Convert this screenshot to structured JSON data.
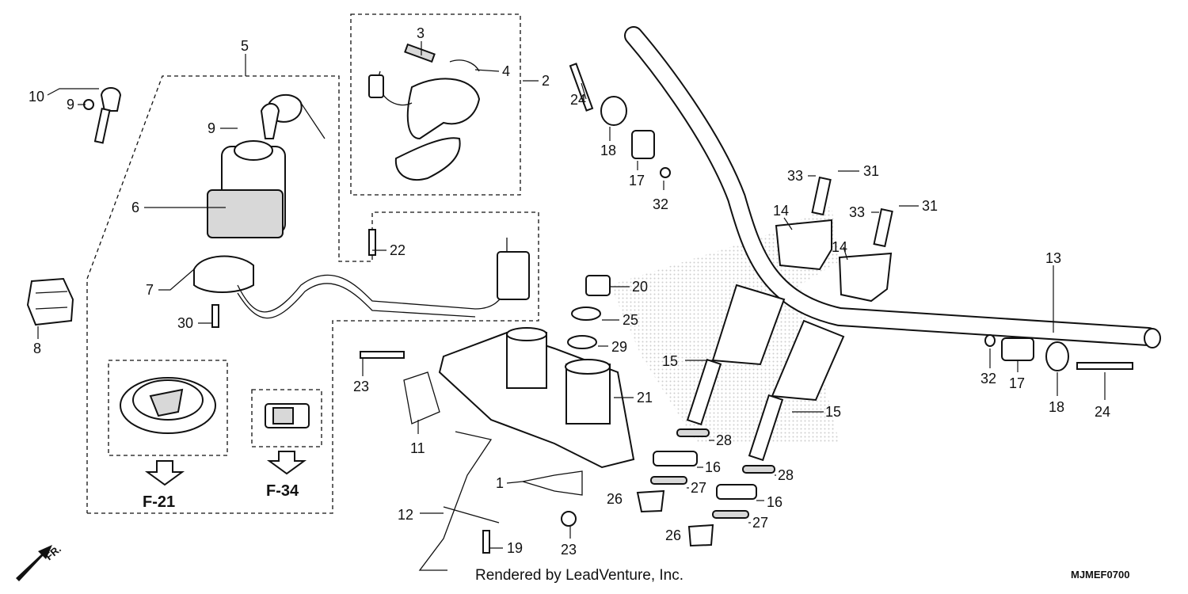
{
  "callouts": [
    {
      "id": "c3",
      "text": "3"
    },
    {
      "id": "c4",
      "text": "4"
    },
    {
      "id": "c2",
      "text": "2"
    },
    {
      "id": "c5",
      "text": "5"
    },
    {
      "id": "c10",
      "text": "10"
    },
    {
      "id": "c9a",
      "text": "9"
    },
    {
      "id": "c9b",
      "text": "9"
    },
    {
      "id": "c6",
      "text": "6"
    },
    {
      "id": "c7",
      "text": "7"
    },
    {
      "id": "c30",
      "text": "30"
    },
    {
      "id": "c8",
      "text": "8"
    },
    {
      "id": "c22",
      "text": "22"
    },
    {
      "id": "c24a",
      "text": "24"
    },
    {
      "id": "c18a",
      "text": "18"
    },
    {
      "id": "c17a",
      "text": "17"
    },
    {
      "id": "c32a",
      "text": "32"
    },
    {
      "id": "c33a",
      "text": "33"
    },
    {
      "id": "c31a",
      "text": "31"
    },
    {
      "id": "c33b",
      "text": "33"
    },
    {
      "id": "c31b",
      "text": "31"
    },
    {
      "id": "c14a",
      "text": "14"
    },
    {
      "id": "c14b",
      "text": "14"
    },
    {
      "id": "c13",
      "text": "13"
    },
    {
      "id": "c20",
      "text": "20"
    },
    {
      "id": "c25",
      "text": "25"
    },
    {
      "id": "c29",
      "text": "29"
    },
    {
      "id": "c21",
      "text": "21"
    },
    {
      "id": "c23a",
      "text": "23"
    },
    {
      "id": "c11",
      "text": "11"
    },
    {
      "id": "c15a",
      "text": "15"
    },
    {
      "id": "c15b",
      "text": "15"
    },
    {
      "id": "c28a",
      "text": "28"
    },
    {
      "id": "c28b",
      "text": "28"
    },
    {
      "id": "c16a",
      "text": "16"
    },
    {
      "id": "c16b",
      "text": "16"
    },
    {
      "id": "c27a",
      "text": "27"
    },
    {
      "id": "c27b",
      "text": "27"
    },
    {
      "id": "c26a",
      "text": "26"
    },
    {
      "id": "c26b",
      "text": "26"
    },
    {
      "id": "c1",
      "text": "1"
    },
    {
      "id": "c12",
      "text": "12"
    },
    {
      "id": "c19",
      "text": "19"
    },
    {
      "id": "c23b",
      "text": "23"
    },
    {
      "id": "c32b",
      "text": "32"
    },
    {
      "id": "c17b",
      "text": "17"
    },
    {
      "id": "c18b",
      "text": "18"
    },
    {
      "id": "c24b",
      "text": "24"
    }
  ],
  "refs": {
    "f21": "F-21",
    "f34": "F-34"
  },
  "direction_label": "FR.",
  "footer": "Rendered by LeadVenture, Inc.",
  "diagram_code": "MJMEF0700"
}
